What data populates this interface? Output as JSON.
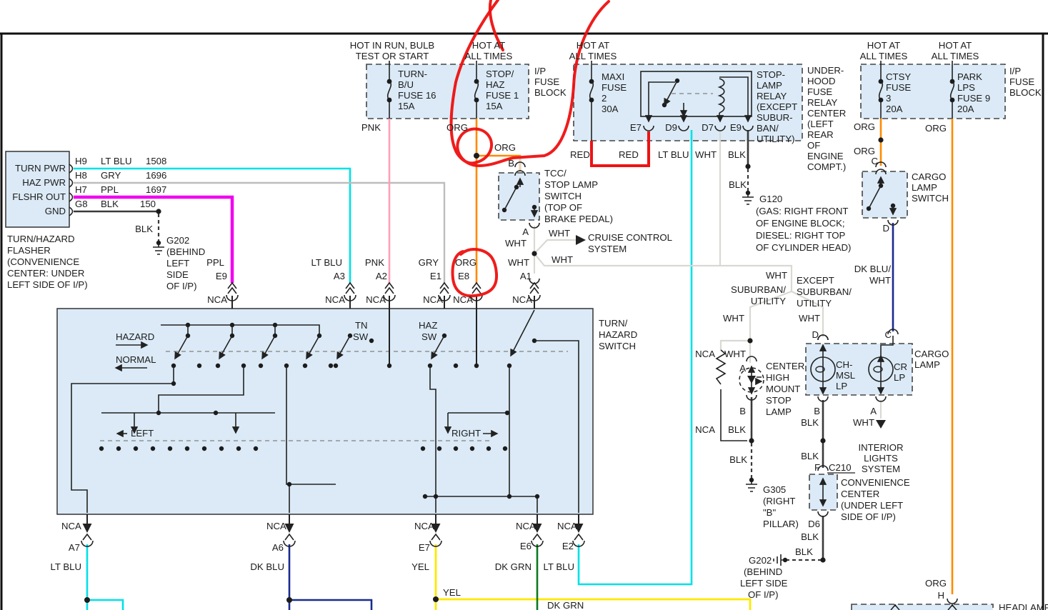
{
  "colors": {
    "lt_blu": "#00E1E8",
    "gry": "#BDBDBD",
    "ppl": "#F000F0",
    "blk": "#3A3A3A",
    "pnk": "#FF9FB7",
    "org": "#FF8A00",
    "red": "#ED1313",
    "wht": "#D9D9D3",
    "dk_blu": "#1A2B8F",
    "yel": "#FFE800",
    "dk_grn": "#0A7A1E",
    "annotation": "#EE1010",
    "box_fill": "#DBEAF6"
  },
  "diagram": {
    "texts": [
      {
        "name": "feed-run-l1",
        "t": "HOT IN RUN, BULB"
      },
      {
        "name": "feed-run-l2",
        "t": "TEST OR START"
      },
      {
        "name": "feed-hot1-l1",
        "t": "HOT AT"
      },
      {
        "name": "feed-hot1-l2",
        "t": "ALL TIMES"
      },
      {
        "name": "feed-hot2-l1",
        "t": "HOT AT"
      },
      {
        "name": "feed-hot2-l2",
        "t": "ALL TIMES"
      },
      {
        "name": "feed-hot3-l1",
        "t": "HOT AT"
      },
      {
        "name": "feed-hot3-l2",
        "t": "ALL TIMES"
      },
      {
        "name": "feed-hot4-l1",
        "t": "HOT AT"
      },
      {
        "name": "feed-hot4-l2",
        "t": "ALL TIMES"
      },
      {
        "name": "fuse16-l1",
        "t": "TURN-"
      },
      {
        "name": "fuse16-l2",
        "t": "B/U"
      },
      {
        "name": "fuse16-l3",
        "t": "FUSE 16"
      },
      {
        "name": "fuse16-l4",
        "t": "15A"
      },
      {
        "name": "fuse1-l1",
        "t": "STOP/"
      },
      {
        "name": "fuse1-l2",
        "t": "HAZ"
      },
      {
        "name": "fuse1-l3",
        "t": "FUSE 1"
      },
      {
        "name": "fuse1-l4",
        "t": "15A"
      },
      {
        "name": "ipblock1-l1",
        "t": "I/P"
      },
      {
        "name": "ipblock1-l2",
        "t": "FUSE"
      },
      {
        "name": "ipblock1-l3",
        "t": "BLOCK"
      },
      {
        "name": "wire-pnk",
        "t": "PNK"
      },
      {
        "name": "wire-org1",
        "t": "ORG"
      },
      {
        "name": "wire-org2",
        "t": "ORG"
      },
      {
        "name": "pin-b-tcc",
        "t": "B"
      },
      {
        "name": "maxifuse-l1",
        "t": "MAXI"
      },
      {
        "name": "maxifuse-l2",
        "t": "FUSE"
      },
      {
        "name": "maxifuse-l3",
        "t": "2"
      },
      {
        "name": "maxifuse-l4",
        "t": "30A"
      },
      {
        "name": "relay-l1",
        "t": "STOP-"
      },
      {
        "name": "relay-l2",
        "t": "LAMP"
      },
      {
        "name": "relay-l3",
        "t": "RELAY"
      },
      {
        "name": "relay-l4",
        "t": "(EXCEPT"
      },
      {
        "name": "relay-l5",
        "t": "SUBUR-"
      },
      {
        "name": "relay-l6",
        "t": "BAN/"
      },
      {
        "name": "relay-l7",
        "t": "UTILITY)"
      },
      {
        "name": "uhfrc-l1",
        "t": "UNDER-"
      },
      {
        "name": "uhfrc-l2",
        "t": "HOOD"
      },
      {
        "name": "uhfrc-l3",
        "t": "FUSE"
      },
      {
        "name": "uhfrc-l4",
        "t": "RELAY"
      },
      {
        "name": "uhfrc-l5",
        "t": "CENTER"
      },
      {
        "name": "uhfrc-l6",
        "t": "(LEFT"
      },
      {
        "name": "uhfrc-l7",
        "t": "REAR"
      },
      {
        "name": "uhfrc-l8",
        "t": "OF"
      },
      {
        "name": "uhfrc-l9",
        "t": "ENGINE"
      },
      {
        "name": "uhfrc-l10",
        "t": "COMPT.)"
      },
      {
        "name": "pin-e7",
        "t": "E7"
      },
      {
        "name": "pin-d9",
        "t": "D9"
      },
      {
        "name": "pin-d7",
        "t": "D7"
      },
      {
        "name": "pin-e9-relay",
        "t": "E9"
      },
      {
        "name": "wire-red1",
        "t": "RED"
      },
      {
        "name": "wire-red2",
        "t": "RED"
      },
      {
        "name": "wire-ltblu-d9",
        "t": "LT BLU"
      },
      {
        "name": "wire-wht-d7",
        "t": "WHT"
      },
      {
        "name": "wire-blk-e9",
        "t": "BLK"
      },
      {
        "name": "ctsyfuse-l1",
        "t": "CTSY"
      },
      {
        "name": "ctsyfuse-l2",
        "t": "FUSE"
      },
      {
        "name": "ctsyfuse-l3",
        "t": "3"
      },
      {
        "name": "ctsyfuse-l4",
        "t": "20A"
      },
      {
        "name": "parkfuse-l1",
        "t": "PARK"
      },
      {
        "name": "parkfuse-l2",
        "t": "LPS"
      },
      {
        "name": "parkfuse-l3",
        "t": "FUSE 9"
      },
      {
        "name": "parkfuse-l4",
        "t": "20A"
      },
      {
        "name": "ipblock2-l1",
        "t": "I/P"
      },
      {
        "name": "ipblock2-l2",
        "t": "FUSE"
      },
      {
        "name": "ipblock2-l3",
        "t": "BLOCK"
      },
      {
        "name": "wire-org-ctsy1",
        "t": "ORG"
      },
      {
        "name": "wire-org-ctsy2",
        "t": "ORG"
      },
      {
        "name": "pin-c-cargo",
        "t": "C"
      },
      {
        "name": "cargosw-l1",
        "t": "CARGO"
      },
      {
        "name": "cargosw-l2",
        "t": "LAMP"
      },
      {
        "name": "cargosw-l3",
        "t": "SWITCH"
      },
      {
        "name": "pin-d-cargo",
        "t": "D"
      },
      {
        "name": "wire-org-park",
        "t": "ORG"
      },
      {
        "name": "flasher-pin1",
        "t": "TURN PWR"
      },
      {
        "name": "flasher-pin2",
        "t": "HAZ PWR"
      },
      {
        "name": "flasher-pin3",
        "t": "FLSHR OUT"
      },
      {
        "name": "flasher-pin4",
        "t": "GND"
      },
      {
        "name": "pin-h9",
        "t": "H9"
      },
      {
        "name": "wire-h9",
        "t": "LT BLU"
      },
      {
        "name": "ckt-h9",
        "t": "1508"
      },
      {
        "name": "pin-h8",
        "t": "H8"
      },
      {
        "name": "wire-h8",
        "t": "GRY"
      },
      {
        "name": "ckt-h8",
        "t": "1696"
      },
      {
        "name": "pin-h7",
        "t": "H7"
      },
      {
        "name": "wire-h7",
        "t": "PPL"
      },
      {
        "name": "ckt-h7",
        "t": "1697"
      },
      {
        "name": "pin-g8",
        "t": "G8"
      },
      {
        "name": "wire-g8",
        "t": "BLK"
      },
      {
        "name": "ckt-g8",
        "t": "150"
      },
      {
        "name": "flasher-cap-l1",
        "t": "TURN/HAZARD"
      },
      {
        "name": "flasher-cap-l2",
        "t": "FLASHER"
      },
      {
        "name": "flasher-cap-l3",
        "t": "(CONVENIENCE"
      },
      {
        "name": "flasher-cap-l4",
        "t": "CENTER: UNDER"
      },
      {
        "name": "flasher-cap-l5",
        "t": "LEFT SIDE OF I/P)"
      },
      {
        "name": "wire-blk-g8",
        "t": "BLK"
      },
      {
        "name": "g202a-l1",
        "t": "G202"
      },
      {
        "name": "g202a-l2",
        "t": "(BEHIND"
      },
      {
        "name": "g202a-l3",
        "t": "LEFT"
      },
      {
        "name": "g202a-l4",
        "t": "SIDE"
      },
      {
        "name": "g202a-l5",
        "t": "OF I/P)"
      },
      {
        "name": "wire-ppl-e9",
        "t": "PPL"
      },
      {
        "name": "pin-e9-top",
        "t": "E9"
      },
      {
        "name": "wire-ltblu-a3",
        "t": "LT BLU"
      },
      {
        "name": "pin-a3",
        "t": "A3"
      },
      {
        "name": "wire-pnk-a2",
        "t": "PNK"
      },
      {
        "name": "pin-a2",
        "t": "A2"
      },
      {
        "name": "wire-gry-e1",
        "t": "GRY"
      },
      {
        "name": "pin-e1",
        "t": "E1"
      },
      {
        "name": "wire-org-e8",
        "t": "ORG"
      },
      {
        "name": "pin-e8",
        "t": "E8"
      },
      {
        "name": "wire-wht-a1",
        "t": "WHT"
      },
      {
        "name": "pin-a1",
        "t": "A1"
      },
      {
        "name": "nca-e9",
        "t": "NCA"
      },
      {
        "name": "nca-a3",
        "t": "NCA"
      },
      {
        "name": "nca-a2",
        "t": "NCA"
      },
      {
        "name": "nca-e1",
        "t": "NCA"
      },
      {
        "name": "nca-e8",
        "t": "NCA"
      },
      {
        "name": "nca-a1",
        "t": "NCA"
      },
      {
        "name": "tcc-l1",
        "t": "TCC/"
      },
      {
        "name": "tcc-l2",
        "t": "STOP LAMP"
      },
      {
        "name": "tcc-l3",
        "t": "SWITCH"
      },
      {
        "name": "tcc-l4",
        "t": "(TOP OF"
      },
      {
        "name": "tcc-l5",
        "t": "BRAKE PEDAL)"
      },
      {
        "name": "pin-a-tcc",
        "t": "A"
      },
      {
        "name": "wire-wht-tcc",
        "t": "WHT"
      },
      {
        "name": "wire-wht-cruise",
        "t": "WHT"
      },
      {
        "name": "cruise-l1",
        "t": "CRUISE CONTROL"
      },
      {
        "name": "cruise-l2",
        "t": "SYSTEM"
      },
      {
        "name": "wire-wht-net",
        "t": "WHT"
      },
      {
        "name": "wire-wht-corner",
        "t": "WHT"
      },
      {
        "name": "sub-l1",
        "t": "SUBURBAN/"
      },
      {
        "name": "sub-l2",
        "t": "UTILITY"
      },
      {
        "name": "exc-l1",
        "t": "EXCEPT"
      },
      {
        "name": "exc-l2",
        "t": "SUBURBAN/"
      },
      {
        "name": "exc-l3",
        "t": "UTILITY"
      },
      {
        "name": "wire-wht-left",
        "t": "WHT"
      },
      {
        "name": "wire-wht-right",
        "t": "WHT"
      },
      {
        "name": "dkbluwht-l1",
        "t": "DK BLU/"
      },
      {
        "name": "dkbluwht-l2",
        "t": "WHT"
      },
      {
        "name": "nca-res",
        "t": "NCA"
      },
      {
        "name": "wire-wht-lamp",
        "t": "WHT"
      },
      {
        "name": "pin-a-lamp",
        "t": "A"
      },
      {
        "name": "chmsl-cap-l1",
        "t": "CENTER"
      },
      {
        "name": "chmsl-cap-l2",
        "t": "HIGH"
      },
      {
        "name": "chmsl-cap-l3",
        "t": "MOUNT"
      },
      {
        "name": "chmsl-cap-l4",
        "t": "STOP"
      },
      {
        "name": "chmsl-cap-l5",
        "t": "LAMP"
      },
      {
        "name": "pin-b-lamp",
        "t": "B"
      },
      {
        "name": "nca-res2",
        "t": "NCA"
      },
      {
        "name": "wire-blk-lamp",
        "t": "BLK"
      },
      {
        "name": "wire-blk-lamp2",
        "t": "BLK"
      },
      {
        "name": "g305-l1",
        "t": "G305"
      },
      {
        "name": "g305-l2",
        "t": "(RIGHT"
      },
      {
        "name": "g305-l3",
        "t": "\"B\""
      },
      {
        "name": "g305-l4",
        "t": "PILLAR)"
      },
      {
        "name": "pin-d-chmsl",
        "t": "D"
      },
      {
        "name": "pin-c-crlp",
        "t": "C"
      },
      {
        "name": "chmsllp-l1",
        "t": "CH-"
      },
      {
        "name": "chmsllp-l2",
        "t": "MSL"
      },
      {
        "name": "chmsllp-l3",
        "t": "LP"
      },
      {
        "name": "crlp-l1",
        "t": "CR"
      },
      {
        "name": "crlp-l2",
        "t": "LP"
      },
      {
        "name": "cargolamp-l1",
        "t": "CARGO"
      },
      {
        "name": "cargolamp-l2",
        "t": "LAMP"
      },
      {
        "name": "pin-b-chmsl",
        "t": "B"
      },
      {
        "name": "wire-blk-chmsl",
        "t": "BLK"
      },
      {
        "name": "pin-a-crlp",
        "t": "A"
      },
      {
        "name": "wire-wht-crlp",
        "t": "WHT"
      },
      {
        "name": "interior-l1",
        "t": "INTERIOR"
      },
      {
        "name": "interior-l2",
        "t": "LIGHTS"
      },
      {
        "name": "interior-l3",
        "t": "SYSTEM"
      },
      {
        "name": "wire-blk-f",
        "t": "BLK"
      },
      {
        "name": "pin-f",
        "t": "F"
      },
      {
        "name": "conn-c210",
        "t": "C210"
      },
      {
        "name": "conv-l1",
        "t": "CONVENIENCE"
      },
      {
        "name": "conv-l2",
        "t": "CENTER"
      },
      {
        "name": "conv-l3",
        "t": "(UNDER LEFT"
      },
      {
        "name": "conv-l4",
        "t": "SIDE OF I/P)"
      },
      {
        "name": "pin-d6",
        "t": "D6"
      },
      {
        "name": "wire-blk-d6",
        "t": "BLK"
      },
      {
        "name": "wire-blk-g202",
        "t": "BLK"
      },
      {
        "name": "g202b-l1",
        "t": "G202"
      },
      {
        "name": "g202b-l2",
        "t": "(BEHIND"
      },
      {
        "name": "g202b-l3",
        "t": "LEFT SIDE"
      },
      {
        "name": "g202b-l4",
        "t": "OF I/P)"
      },
      {
        "name": "g120-l1",
        "t": "G120"
      },
      {
        "name": "g120-l2",
        "t": "(GAS: RIGHT FRONT"
      },
      {
        "name": "g120-l3",
        "t": "OF ENGINE BLOCK;"
      },
      {
        "name": "g120-l4",
        "t": "DIESEL: RIGHT TOP"
      },
      {
        "name": "g120-l5",
        "t": "OF CYLINDER HEAD)"
      },
      {
        "name": "wire-blk-relay",
        "t": "BLK"
      },
      {
        "name": "nca-a7",
        "t": "NCA"
      },
      {
        "name": "nca-a6",
        "t": "NCA"
      },
      {
        "name": "nca-e7",
        "t": "NCA"
      },
      {
        "name": "nca-e6",
        "t": "NCA"
      },
      {
        "name": "nca-e2",
        "t": "NCA"
      },
      {
        "name": "pin-a7",
        "t": "A7"
      },
      {
        "name": "pin-a6",
        "t": "A6"
      },
      {
        "name": "pin-e7-bot",
        "t": "E7"
      },
      {
        "name": "pin-e6",
        "t": "E6"
      },
      {
        "name": "pin-e2",
        "t": "E2"
      },
      {
        "name": "wire-ltblu-a7",
        "t": "LT BLU"
      },
      {
        "name": "wire-dkblu-a6",
        "t": "DK BLU"
      },
      {
        "name": "wire-yel-e7",
        "t": "YEL"
      },
      {
        "name": "wire-dkgrn-e6",
        "t": "DK GRN"
      },
      {
        "name": "wire-ltblu-e2",
        "t": "LT BLU"
      },
      {
        "name": "wire-yel-branch",
        "t": "YEL"
      },
      {
        "name": "wire-dkgrn-branch",
        "t": "DK GRN"
      },
      {
        "name": "wire-org-h",
        "t": "ORG"
      },
      {
        "name": "pin-h",
        "t": "H"
      },
      {
        "name": "headlamp",
        "t": "HEADLAMP"
      },
      {
        "name": "switch-name-l1",
        "t": "TURN/"
      },
      {
        "name": "switch-name-l2",
        "t": "HAZARD"
      },
      {
        "name": "switch-name-l3",
        "t": "SWITCH"
      },
      {
        "name": "lbl-hazard",
        "t": "HAZARD"
      },
      {
        "name": "lbl-normal",
        "t": "NORMAL"
      },
      {
        "name": "lbl-tn",
        "t": "TN"
      },
      {
        "name": "lbl-tn-sw",
        "t": "SW"
      },
      {
        "name": "lbl-haz",
        "t": "HAZ"
      },
      {
        "name": "lbl-haz-sw",
        "t": "SW"
      },
      {
        "name": "lbl-left",
        "t": "LEFT"
      },
      {
        "name": "lbl-right",
        "t": "RIGHT"
      }
    ]
  }
}
